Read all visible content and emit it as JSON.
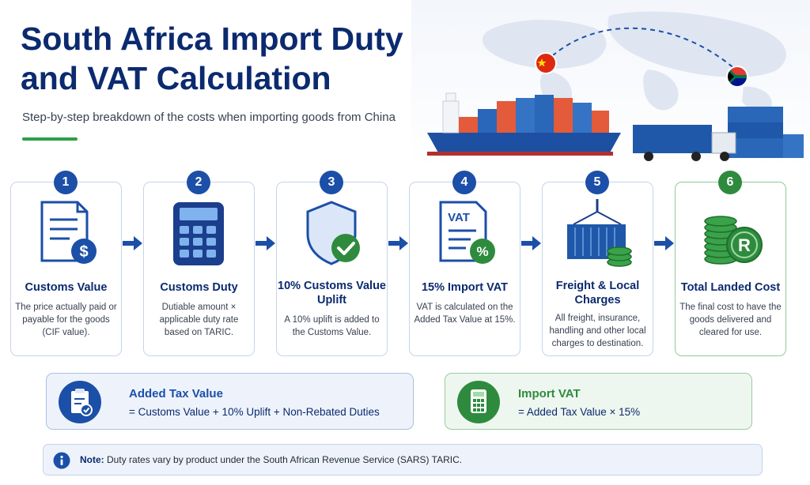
{
  "header": {
    "title": "South Africa Import Duty and VAT Calculation",
    "subtitle": "Step-by-step breakdown of the costs when importing goods from China"
  },
  "steps": [
    {
      "number": "1",
      "title": "Customs Value",
      "description": "The price actually paid or payable for the goods (CIF value).",
      "icon": "invoice-dollar-icon"
    },
    {
      "number": "2",
      "title": "Customs Duty",
      "description": "Dutiable amount × applicable duty rate based on TARIC.",
      "icon": "calculator-icon"
    },
    {
      "number": "3",
      "title": "10% Customs Value Uplift",
      "description": "A 10% uplift is added to the Customs Value.",
      "icon": "shield-check-icon"
    },
    {
      "number": "4",
      "title": "15% Import VAT",
      "description": "VAT is calculated on the Added Tax Value at 15%.",
      "icon": "vat-document-icon",
      "icon_label": "VAT"
    },
    {
      "number": "5",
      "title": "Freight & Local Charges",
      "description": "All freight, insurance, handling and other local charges to destination.",
      "icon": "container-coins-icon"
    },
    {
      "number": "6",
      "title": "Total Landed Cost",
      "description": "The final cost to have the goods delivered and cleared for use.",
      "icon": "rand-coins-icon",
      "icon_label": "R"
    }
  ],
  "formulas": {
    "added_tax_value": {
      "title": "Added Tax Value",
      "text": "= Customs Value + 10% Uplift + Non-Rebated Duties"
    },
    "import_vat": {
      "title": "Import VAT",
      "text": "= Added Tax Value × 15%"
    }
  },
  "note": {
    "label": "Note:",
    "text": "Duty rates vary by product under the South African Revenue Service (SARS) TARIC."
  },
  "colors": {
    "navy": "#0b2a6f",
    "blue": "#1b4fa8",
    "green": "#2e8b3e",
    "accent_green": "#2e9e48"
  }
}
